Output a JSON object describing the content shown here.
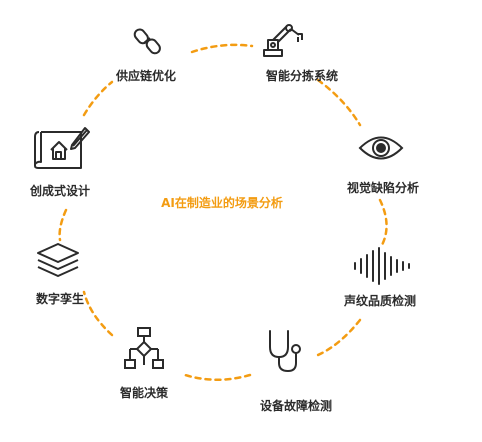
{
  "center_title": "AI在制造业的场景分析",
  "accent_color": "#f39c12",
  "nodes": [
    {
      "label": "供应链优化",
      "icon": "chain-link-icon"
    },
    {
      "label": "智能分拣系统",
      "icon": "robot-arm-icon"
    },
    {
      "label": "视觉缺陷分析",
      "icon": "eye-icon"
    },
    {
      "label": "声纹品质检测",
      "icon": "sound-wave-icon"
    },
    {
      "label": "设备故障检测",
      "icon": "stethoscope-icon"
    },
    {
      "label": "智能决策",
      "icon": "flowchart-icon"
    },
    {
      "label": "数字孪生",
      "icon": "layers-icon"
    },
    {
      "label": "创成式设计",
      "icon": "blueprint-house-icon"
    }
  ]
}
